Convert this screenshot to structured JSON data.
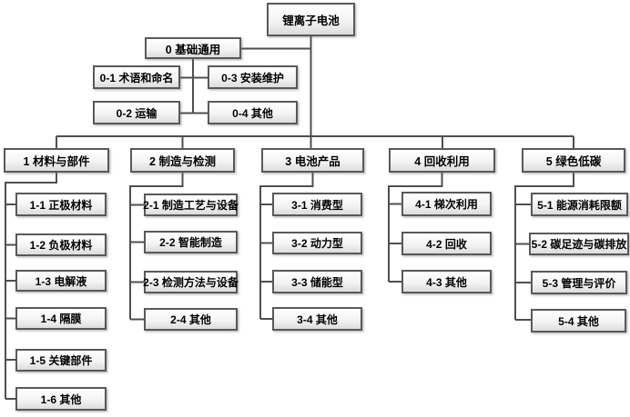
{
  "root": {
    "label": "锂离子电池"
  },
  "group0": {
    "label": "0 基础通用",
    "children": [
      {
        "label": "0-1 术语和命名"
      },
      {
        "label": "0-2 运输"
      },
      {
        "label": "0-3 安装维护"
      },
      {
        "label": "0-4 其他"
      }
    ]
  },
  "branches": [
    {
      "label": "1 材料与部件",
      "children": [
        {
          "label": "1-1 正极材料"
        },
        {
          "label": "1-2 负极材料"
        },
        {
          "label": "1-3 电解液"
        },
        {
          "label": "1-4 隔膜"
        },
        {
          "label": "1-5 关键部件"
        },
        {
          "label": "1-6 其他"
        }
      ]
    },
    {
      "label": "2 制造与检测",
      "children": [
        {
          "label": "2-1 制造工艺与设备"
        },
        {
          "label": "2-2 智能制造"
        },
        {
          "label": "2-3 检测方法与设备"
        },
        {
          "label": "2-4 其他"
        }
      ]
    },
    {
      "label": "3 电池产品",
      "children": [
        {
          "label": "3-1 消费型"
        },
        {
          "label": "3-2 动力型"
        },
        {
          "label": "3-3 储能型"
        },
        {
          "label": "3-4 其他"
        }
      ]
    },
    {
      "label": "4 回收利用",
      "children": [
        {
          "label": "4-1 梯次利用"
        },
        {
          "label": "4-2 回收"
        },
        {
          "label": "4-3 其他"
        }
      ]
    },
    {
      "label": "5 绿色低碳",
      "children": [
        {
          "label": "5-1 能源消耗限额"
        },
        {
          "label": "5-2 碳足迹与碳排放"
        },
        {
          "label": "5-3 管理与评价"
        },
        {
          "label": "5-4 其他"
        }
      ]
    }
  ],
  "colors": {
    "line": "#4f4f4f",
    "box_border": "#595959",
    "box_fill_top": "#ffffff",
    "box_fill_bottom": "#dcdcdc",
    "text": "#000000",
    "background": "#ffffff"
  }
}
